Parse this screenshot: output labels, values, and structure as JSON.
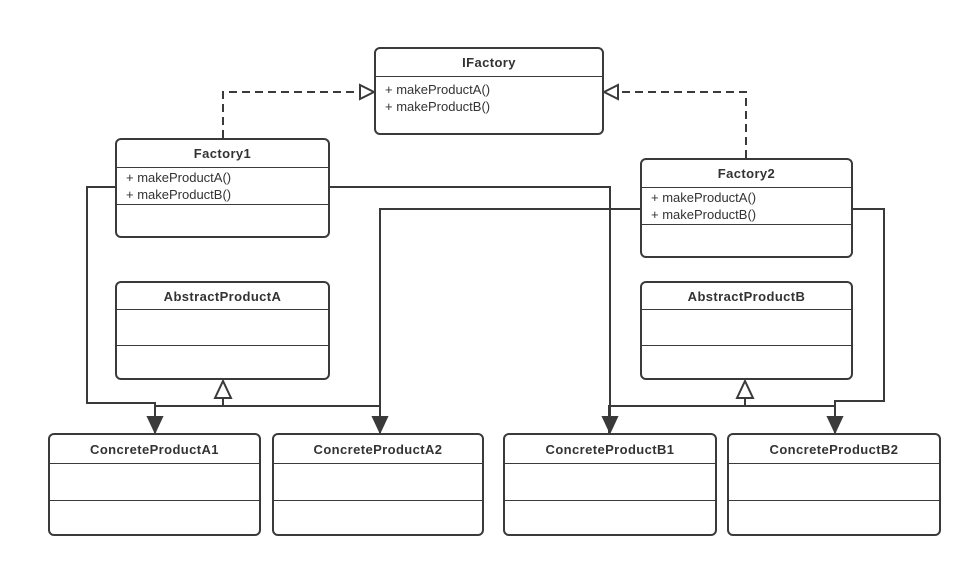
{
  "diagram": {
    "kind": "uml-class-diagram",
    "colors": {
      "stroke": "#3a3a3a",
      "text": "#333333",
      "box_fill": "#ffffff",
      "background": "#ffffff"
    },
    "classes": {
      "ifactory": {
        "name": "IFactory",
        "methods": [
          "+ makeProductA()",
          "+ makeProductB()"
        ]
      },
      "factory1": {
        "name": "Factory1",
        "methods": [
          "+ makeProductA()",
          "+ makeProductB()"
        ]
      },
      "factory2": {
        "name": "Factory2",
        "methods": [
          "+ makeProductA()",
          "+ makeProductB()"
        ]
      },
      "abstractProductA": {
        "name": "AbstractProductA",
        "methods": []
      },
      "abstractProductB": {
        "name": "AbstractProductB",
        "methods": []
      },
      "concreteProductA1": {
        "name": "ConcreteProductA1",
        "methods": []
      },
      "concreteProductA2": {
        "name": "ConcreteProductA2",
        "methods": []
      },
      "concreteProductB1": {
        "name": "ConcreteProductB1",
        "methods": []
      },
      "concreteProductB2": {
        "name": "ConcreteProductB2",
        "methods": []
      }
    },
    "relationships": [
      {
        "from": "Factory1",
        "to": "IFactory",
        "type": "realization",
        "line": "dashed",
        "arrowhead": "hollow-triangle"
      },
      {
        "from": "Factory2",
        "to": "IFactory",
        "type": "realization",
        "line": "dashed",
        "arrowhead": "hollow-triangle"
      },
      {
        "from": "ConcreteProductA1",
        "to": "AbstractProductA",
        "type": "generalization",
        "line": "solid",
        "arrowhead": "hollow-triangle"
      },
      {
        "from": "ConcreteProductA2",
        "to": "AbstractProductA",
        "type": "generalization",
        "line": "solid",
        "arrowhead": "hollow-triangle"
      },
      {
        "from": "ConcreteProductB1",
        "to": "AbstractProductB",
        "type": "generalization",
        "line": "solid",
        "arrowhead": "hollow-triangle"
      },
      {
        "from": "ConcreteProductB2",
        "to": "AbstractProductB",
        "type": "generalization",
        "line": "solid",
        "arrowhead": "hollow-triangle"
      },
      {
        "from": "Factory1",
        "to": "ConcreteProductA1",
        "type": "directed-association",
        "line": "solid",
        "arrowhead": "filled-triangle"
      },
      {
        "from": "Factory1",
        "to": "ConcreteProductB1",
        "type": "directed-association",
        "line": "solid",
        "arrowhead": "filled-triangle"
      },
      {
        "from": "Factory2",
        "to": "ConcreteProductA2",
        "type": "directed-association",
        "line": "solid",
        "arrowhead": "filled-triangle"
      },
      {
        "from": "Factory2",
        "to": "ConcreteProductB2",
        "type": "directed-association",
        "line": "solid",
        "arrowhead": "filled-triangle"
      }
    ]
  }
}
